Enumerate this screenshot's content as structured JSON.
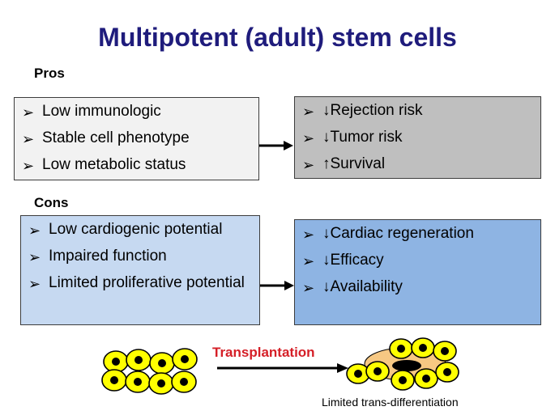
{
  "title": "Multipotent (adult) stem cells",
  "pros": {
    "label": "Pros",
    "properties": [
      "Low immunologic",
      "Stable cell phenotype",
      "Low metabolic status"
    ],
    "outcomes": [
      "↓Rejection risk",
      "↓Tumor risk",
      "↑Survival"
    ]
  },
  "cons": {
    "label": "Cons",
    "properties": [
      "Low cardiogenic potential",
      "Impaired function",
      "Limited proliferative potential"
    ],
    "outcomes": [
      "↓Cardiac regeneration",
      "↓Efficacy",
      "↓Availability"
    ]
  },
  "transplant": {
    "label": "Transplantation",
    "caption": "Limited trans-differentiation"
  },
  "bullet_glyph": "➢",
  "colors": {
    "title": "#1f1c7c",
    "pros_properties_box": "#f2f2f2",
    "pros_outcomes_box": "#bfbfbf",
    "cons_properties_box": "#c6d9f1",
    "cons_outcomes_box": "#8eb4e3",
    "transplant_label": "#d51f27",
    "cell_fill": "#ffff00",
    "nucleus": "#000000",
    "tissue": "#f6c883"
  }
}
